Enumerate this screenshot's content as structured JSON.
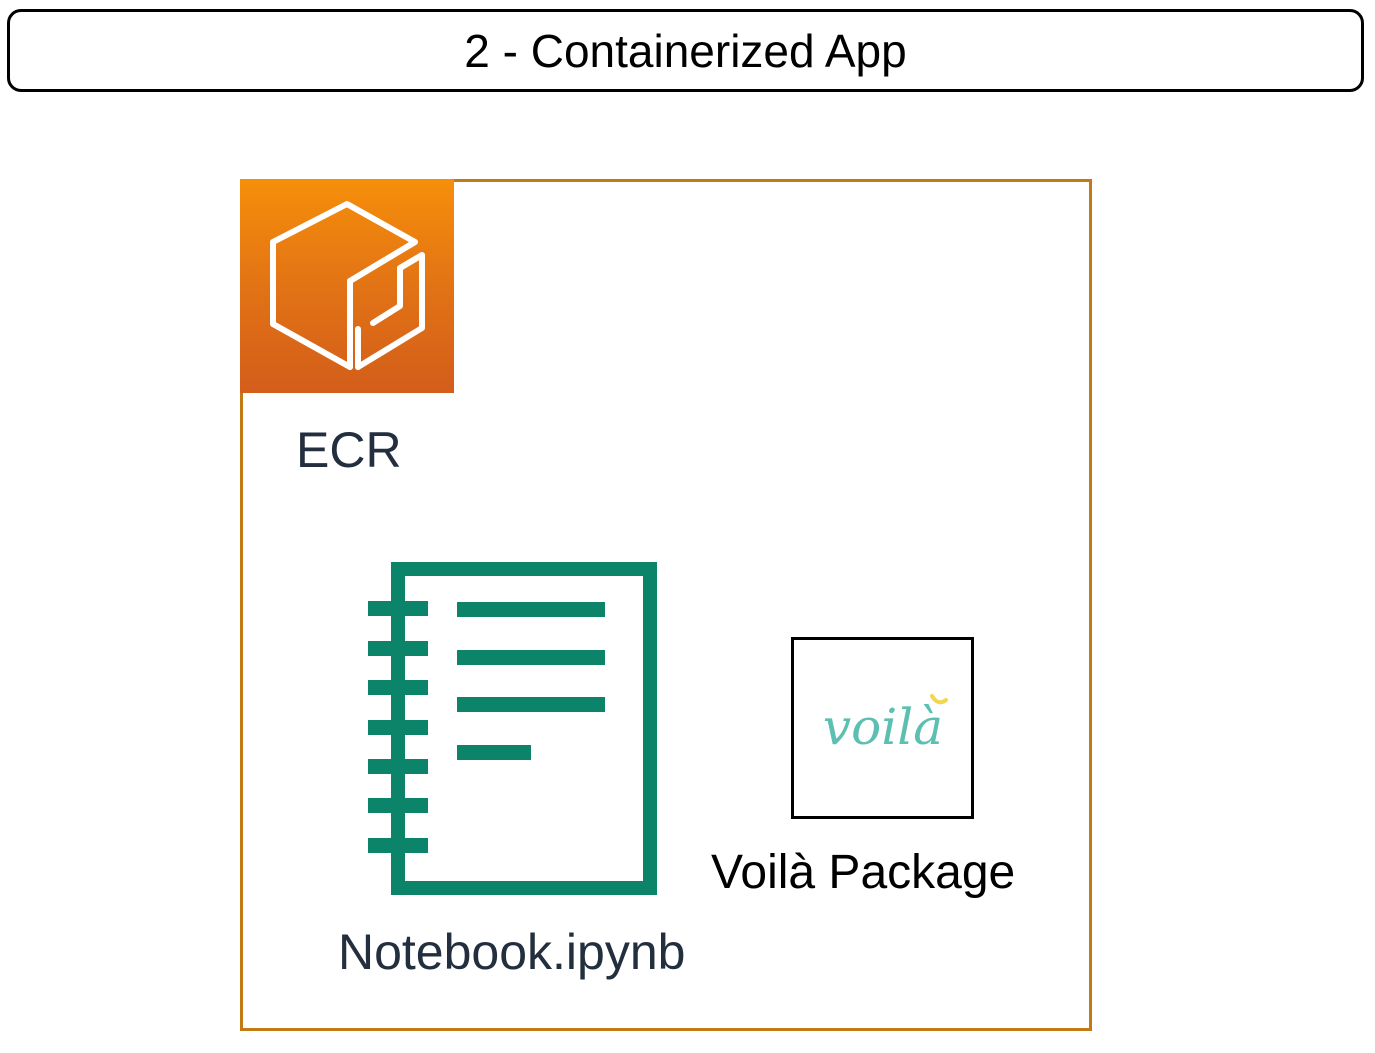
{
  "title": "2 - Containerized App",
  "colors": {
    "group_border": "#c17a14",
    "ecr_gradient_top": "#f68f0a",
    "ecr_gradient_bottom": "#d35d1a",
    "notebook_green": "#0c8469",
    "voila_teal": "#5bbfb2",
    "voila_accent": "#f2d64b",
    "label_dark": "#232f3e"
  },
  "ecr": {
    "icon": "container-registry-icon",
    "label": "ECR"
  },
  "notebook": {
    "icon": "notebook-icon",
    "label": "Notebook.ipynb"
  },
  "voila": {
    "logo_text": "voilà",
    "label": "Voilà Package"
  }
}
